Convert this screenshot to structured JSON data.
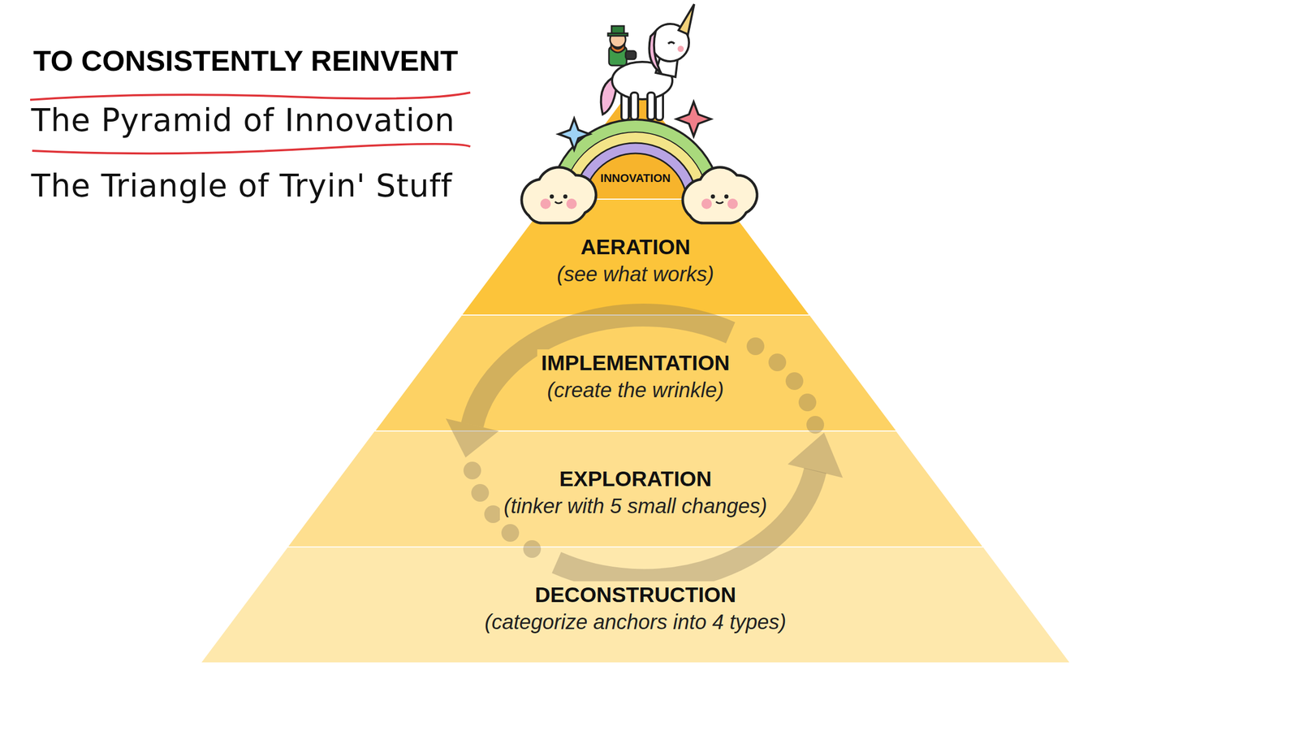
{
  "diagram": {
    "title": "TO CONSISTENTLY REINVENT",
    "nodes": [
      {
        "text": [
          "INNOVATION"
        ]
      },
      {
        "text": [
          "AERATION",
          "(see what works)"
        ]
      },
      {
        "text": [
          "IMPLEMENTATION",
          "(create the wrinkle)"
        ]
      },
      {
        "text": [
          "EXPLORATION",
          "(tinker with 5 small changes)"
        ]
      },
      {
        "text": [
          "DECONSTRUCTION",
          "(categorize anchors into 4 types)"
        ]
      }
    ],
    "labels": [
      "The Pyramid of Innovation",
      "The Triangle of Tryin' Stuff"
    ]
  }
}
